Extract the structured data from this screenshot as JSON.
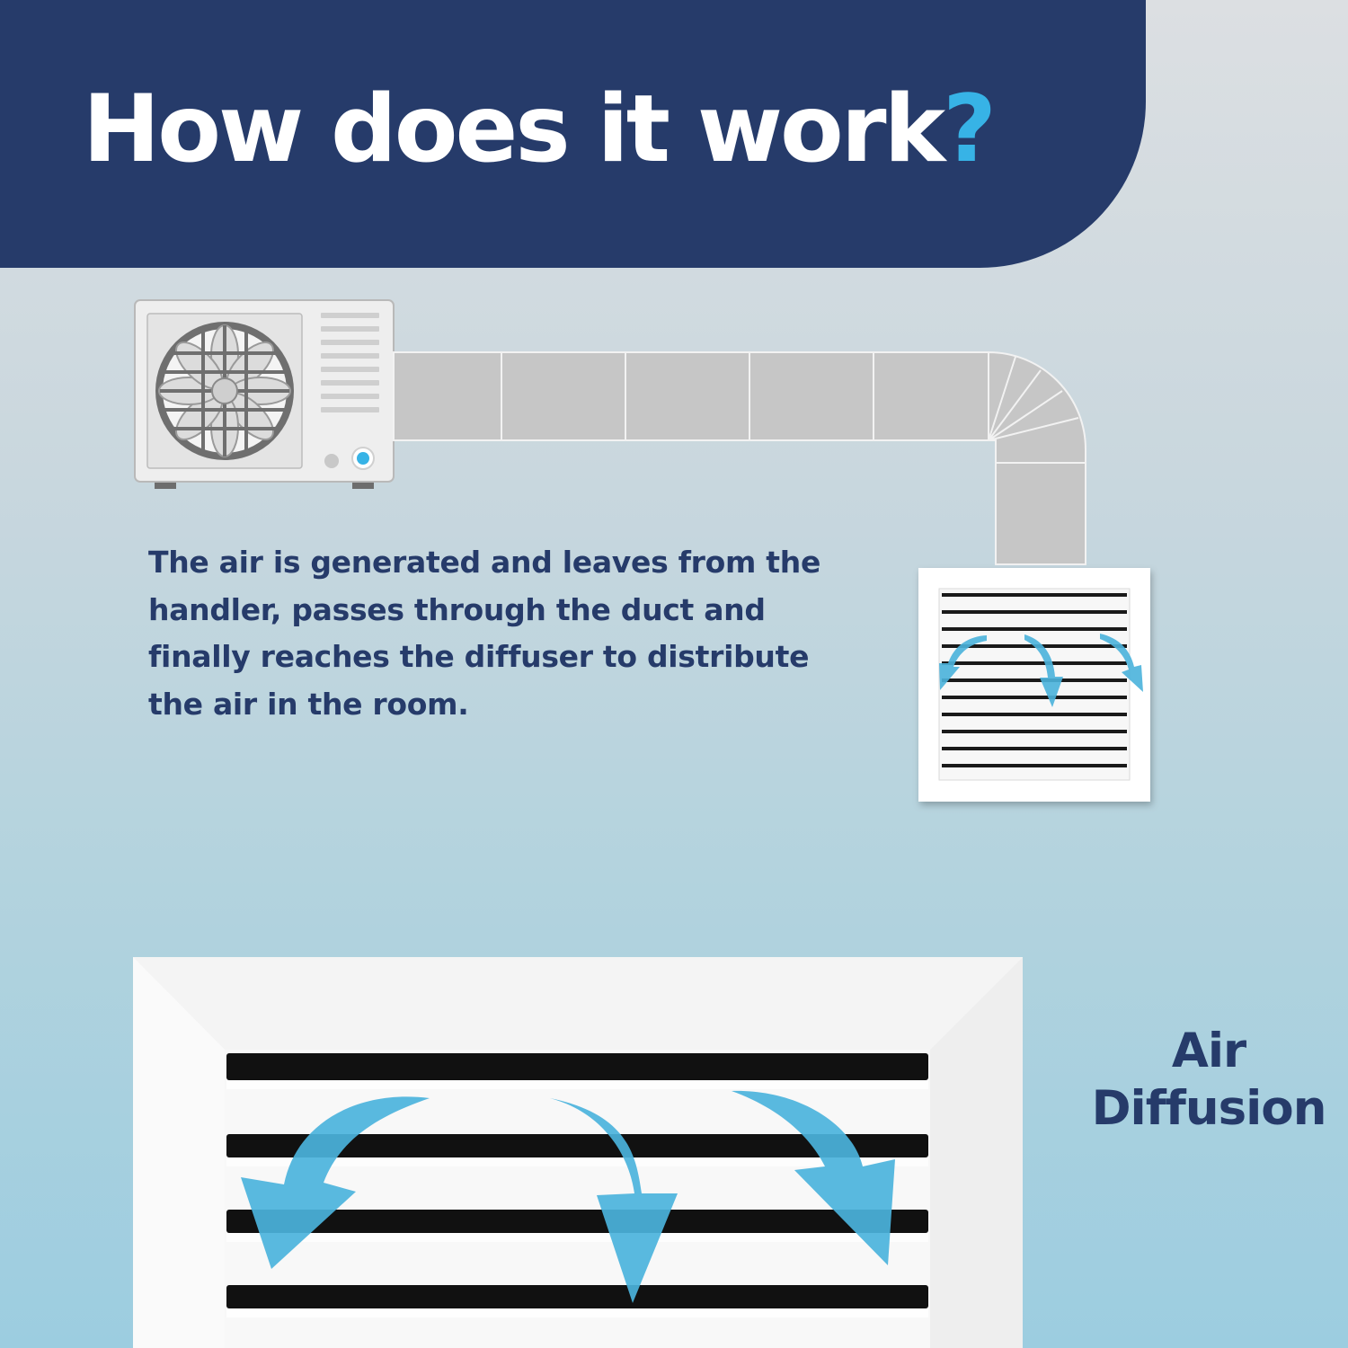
{
  "header": {
    "title": "How does it work",
    "title_mark": "?"
  },
  "description": "The air is generated and leaves from the handler, passes through the duct and finally reaches the diffuser to distribute the air in the room.",
  "caption": {
    "line1": "Air",
    "line2": "Diffusion"
  },
  "colors": {
    "navy": "#263b6a",
    "accent_blue": "#37b3e6",
    "airflow_arrow": "#4bb3dc",
    "duct_gray": "#c6c6c6"
  },
  "icons": [
    "fan-icon",
    "power-button-icon",
    "airflow-arrow-icon"
  ]
}
